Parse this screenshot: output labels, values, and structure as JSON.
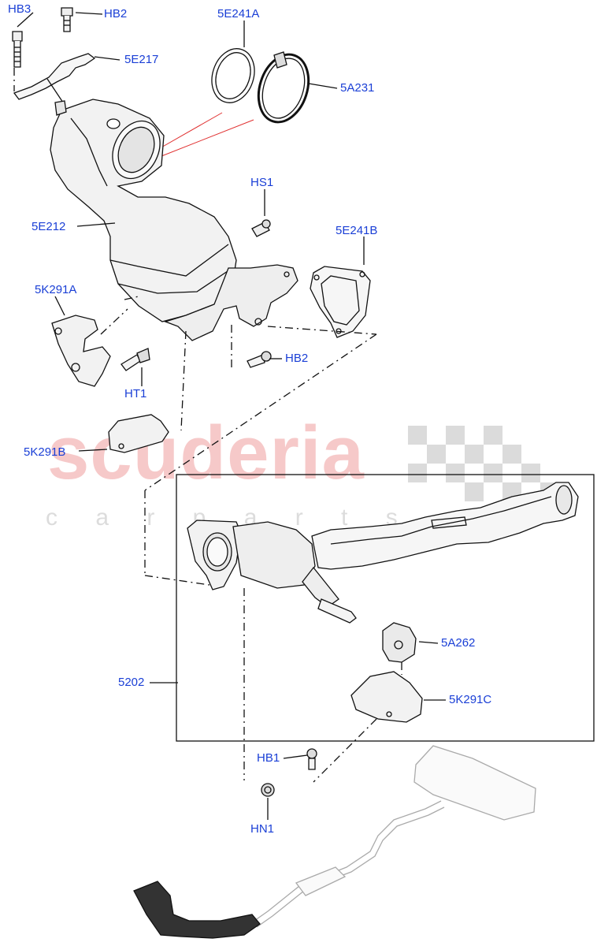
{
  "watermark": {
    "brand": "scuderia",
    "tagline": "c a r   p a r t s",
    "color": "#f2b8b8"
  },
  "label_color": "#1a3fd6",
  "labels": {
    "hb3": "HB3",
    "hb2_top": "HB2",
    "e217": "5E217",
    "e241a": "5E241A",
    "a231": "5A231",
    "hs1": "HS1",
    "e212": "5E212",
    "e241b": "5E241B",
    "k291a": "5K291A",
    "hb2_mid": "HB2",
    "ht1": "HT1",
    "k291b": "5K291B",
    "a262": "5A262",
    "p5202": "5202",
    "k291c": "5K291C",
    "hb1": "HB1",
    "hn1": "HN1"
  }
}
